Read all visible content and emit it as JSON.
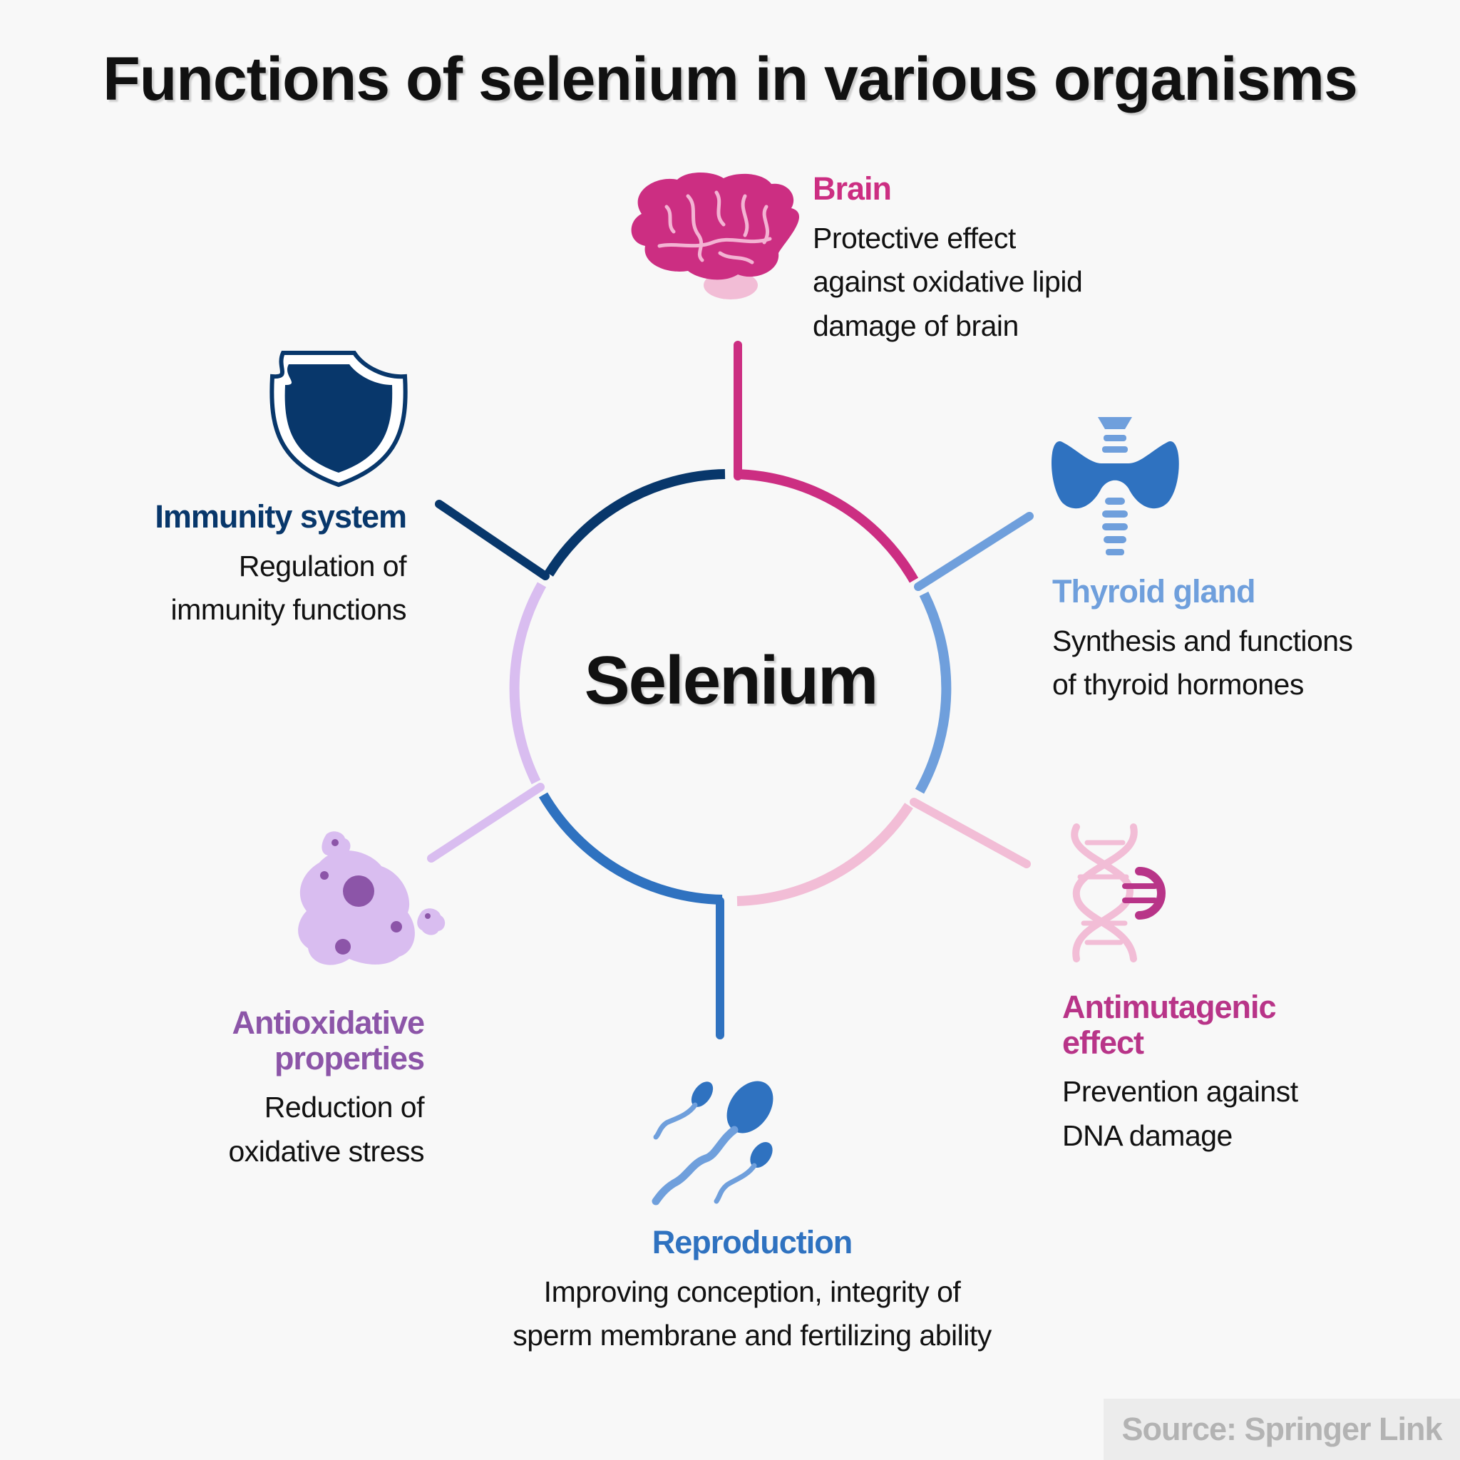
{
  "title": "Functions of selenium in various organisms",
  "center": "Selenium",
  "colors": {
    "brain": "#cc2e82",
    "thyroid": "#6f9fdc",
    "antimutagenic": "#f2bdd6",
    "antimutagenic_title": "#b83488",
    "reproduction": "#2f72c0",
    "antioxidative": "#d9bdf0",
    "antioxidative_title": "#8c55a8",
    "immunity": "#08376b"
  },
  "functions": {
    "brain": {
      "title": "Brain",
      "lines": [
        "Protective  effect",
        "against oxidative lipid",
        "damage of brain"
      ],
      "icon": "brain-icon"
    },
    "thyroid": {
      "title": "Thyroid gland",
      "lines": [
        "Synthesis and functions",
        "of thyroid hormones"
      ],
      "icon": "thyroid-icon"
    },
    "antimutagenic": {
      "title_lines": [
        "Antimutagenic",
        "effect"
      ],
      "lines": [
        "Prevention against",
        "DNA damage"
      ],
      "icon": "dna-icon"
    },
    "reproduction": {
      "title": "Reproduction",
      "lines": [
        "Improving conception, integrity of",
        "sperm membrane and fertilizing ability"
      ],
      "icon": "sperm-icon"
    },
    "antioxidative": {
      "title_lines": [
        "Antioxidative",
        "properties"
      ],
      "lines": [
        "Reduction of",
        "oxidative stress"
      ],
      "icon": "cell-icon"
    },
    "immunity": {
      "title": "Immunity system",
      "lines": [
        "Regulation of",
        "immunity functions"
      ],
      "icon": "shield-icon"
    }
  },
  "source": "Source: Springer Link"
}
